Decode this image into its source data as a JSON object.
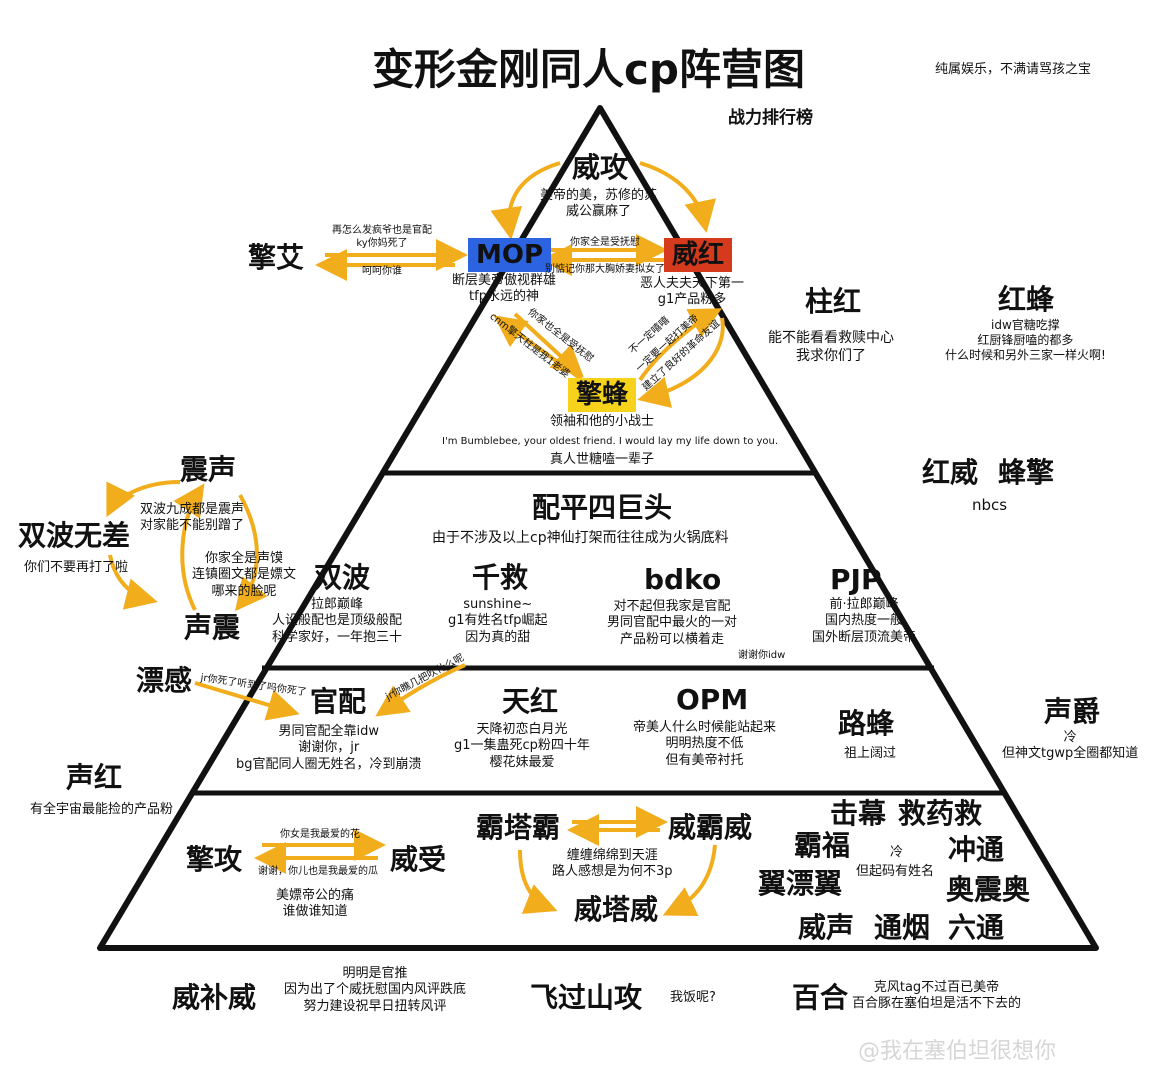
{
  "title": "变形金刚同人cp阵营图",
  "disclaimer": "纯属娱乐，不满请骂孩之宝",
  "subtitle": "战力排行榜",
  "colors": {
    "mop": "#2b63e0",
    "weihong": "#d63a1c",
    "qingfeng": "#f7d21b",
    "arrow": "#f1ad1b",
    "line": "#111111"
  },
  "top": {
    "weigong": {
      "name": "威攻",
      "desc": [
        "美帝的美，苏修的苏",
        "威公赢麻了"
      ]
    },
    "mop": {
      "name": "MOP",
      "desc": [
        "断层美帝傲视群雄",
        "tfp永远的神"
      ]
    },
    "weihong": {
      "name": "威红",
      "desc": [
        "恶人夫夫天下第一",
        "g1产品粉多"
      ]
    },
    "qingfeng": {
      "name": "擎蜂",
      "desc": [
        "领袖和他的小战士",
        "I'm Bumblebee, your oldest friend. I would lay my life down to you.",
        "真人世糖嗑一辈子"
      ]
    },
    "qingai": {
      "name": "擎艾"
    },
    "qingai_arrow_top": "再怎么发疯爷也是官配",
    "qingai_arrow_top2": "ky你妈死了",
    "qingai_arrow_bottom": "呵呵你谁",
    "mop_weihong_top": "你家全是受抚慰",
    "mop_weihong_bottom": "别惦记你那大胸娇妻拟女了",
    "mop_qingfeng_1": "你家也全是受抚慰",
    "mop_qingfeng_2": "cnm擎天柱是我1老婆",
    "weihong_qingfeng_1": "不一定嘻嘻",
    "weihong_qingfeng_2": "一定要一起打美帝",
    "weihong_qingfeng_3": "建立了良好的革命友谊"
  },
  "right_top": {
    "zhuhong": {
      "name": "柱红",
      "desc": [
        "能不能看看救赎中心",
        "我求你们了"
      ]
    },
    "hongfeng": {
      "name": "红蜂",
      "desc": [
        "idw官糖吃撑",
        "红厨锋厨嗑的都多",
        "什么时候和另外三家一样火啊!"
      ]
    },
    "hongwei": "红威",
    "fengqing": "蜂擎",
    "nbcs": "nbcs"
  },
  "left_side": {
    "zhensheng": "震声",
    "shengzhen": "声震",
    "shuangbo_wucha": "双波无差",
    "wucha_desc": "你们不要再打了啦",
    "note1": [
      "双波九成都是震声",
      "对家能不能别蹭了"
    ],
    "note2": [
      "你家全是声馍",
      "连镇圈文都是嫖文",
      "哪来的脸呢"
    ],
    "piaogan": "漂感",
    "piaogan_arrow": "jr你死了听到了吗你死了",
    "shenghong": "声红",
    "shenghong_desc": "有全宇宙最能捡的产品粉"
  },
  "tier2": {
    "title": "配平四巨头",
    "desc": "由于不涉及以上cp神仙打架而往往成为火锅底料",
    "shuangbo": {
      "name": "双波",
      "desc": [
        "拉郎巅峰",
        "人设般配也是顶级般配",
        "科学家好，一年抱三十"
      ]
    },
    "qianjiu": {
      "name": "千救",
      "desc": [
        "sunshine~",
        "g1有姓名tfp崛起",
        "因为真的甜"
      ]
    },
    "bdko": {
      "name": "bdko",
      "desc": [
        "对不起但我家是官配",
        "男同官配中最火的一对",
        "产品粉可以横着走"
      ],
      "extra": "谢谢你idw"
    },
    "pjp": {
      "name": "PJP",
      "desc": [
        "前·拉郎巅峰",
        "国内热度一般",
        "国外断层顶流美帝"
      ]
    },
    "arrow_note": "jr你瞧几把吹什么呢"
  },
  "tier3": {
    "guanpei": {
      "name": "官配",
      "desc": [
        "男同官配全靠idw",
        "谢谢你，jr",
        "bg官配同人圈无姓名，冷到崩溃"
      ]
    },
    "tianhong": {
      "name": "天红",
      "desc": [
        "天降初恋白月光",
        "g1一集蛊死cp粉四十年",
        "樱花妹最爱"
      ]
    },
    "opm": {
      "name": "OPM",
      "desc": [
        "帝美人什么时候能站起来",
        "明明热度不低",
        "但有美帝衬托"
      ]
    },
    "lufeng": {
      "name": "路蜂",
      "desc": [
        "祖上阔过"
      ]
    },
    "shengjue": {
      "name": "声爵",
      "desc": [
        "冷",
        "但神文tgwp全圈都知道"
      ]
    }
  },
  "tier4": {
    "qinggong": "擎攻",
    "weishou": "威受",
    "arrow_top": "你女是我最爱的花",
    "arrow_bottom": "谢谢，你儿也是我最爱的瓜",
    "pair_desc": [
      "美嫖帝公的痛",
      "谁做谁知道"
    ],
    "batab": "霸塔霸",
    "weibawei": "威霸威",
    "weitawei": "威塔威",
    "triangle_desc": [
      "缠缠绵绵到天涯",
      "路人感想是为何不3p"
    ],
    "jimu": "击幕",
    "jiuyaojiu": "救药救",
    "bafu": "霸福",
    "chongtong": "冲通",
    "yipiaoyi": "翼漂翼",
    "aozhenao": "奥震奥",
    "weisheng": "威声",
    "tongyan": "通烟",
    "liutong": "六通",
    "leng": "冷",
    "leng_desc": "但起码有姓名"
  },
  "bottom": {
    "weibuwei": "威补威",
    "weibuwei_desc": [
      "明明是官推",
      "因为出了个威抚慰国内风评跌底",
      "努力建设祝早日扭转风评"
    ],
    "feiguo": "飞过山攻",
    "feiguo_desc": "我饭呢?",
    "baihe": "百合",
    "baihe_desc": [
      "克风tag不过百已美帝",
      "百合豚在塞伯坦是活不下去的"
    ],
    "watermark": "@我在塞伯坦很想你"
  }
}
